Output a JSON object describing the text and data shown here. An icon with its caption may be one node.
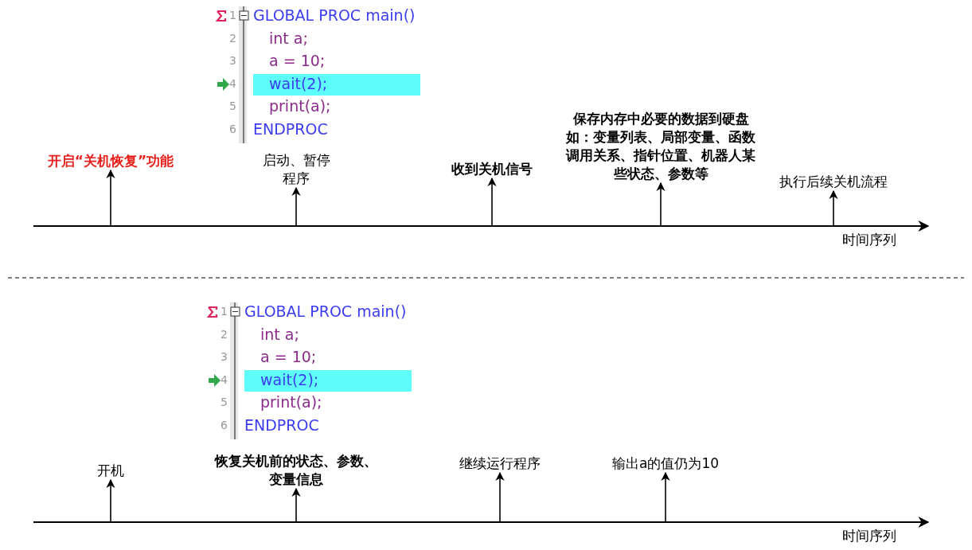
{
  "diagram": {
    "nodes": [
      {
        "text": [
          "开启“关机恢复”功能"
        ]
      },
      {
        "text": [
          "启动、暂停程序"
        ]
      },
      {
        "text": [
          "收到关机信号"
        ]
      },
      {
        "text": [
          "保存内存中必要的数据到硬盘",
          "如：变量列表、局部变量、函数调用关系、指针位置、机器人某些状态、参数等"
        ]
      },
      {
        "text": [
          "执行后续关机流程"
        ]
      },
      {
        "text": [
          "开机"
        ]
      },
      {
        "text": [
          "恢复关机前的状态、参数、变量信息"
        ]
      },
      {
        "text": [
          "继续运行程序"
        ]
      },
      {
        "text": [
          "输出a的值仍为10"
        ]
      }
    ],
    "edges": [
      {
        "from": null,
        "to": 0,
        "arrow": "to"
      },
      {
        "from": null,
        "to": 1,
        "arrow": "to"
      },
      {
        "from": null,
        "to": 2,
        "arrow": "to"
      },
      {
        "from": null,
        "to": 3,
        "arrow": "to"
      },
      {
        "from": null,
        "to": 4,
        "arrow": "to"
      },
      {
        "from": null,
        "to": 5,
        "arrow": "to"
      },
      {
        "from": null,
        "to": 6,
        "arrow": "to"
      },
      {
        "from": null,
        "to": 7,
        "arrow": "to"
      },
      {
        "from": null,
        "to": 8,
        "arrow": "to"
      }
    ],
    "labels": [
      "1",
      "GLOBAL PROC main()",
      "2",
      "int a;",
      "3",
      "a = 10;",
      "4",
      "wait(2);",
      "5",
      "print(a);",
      "6",
      "ENDPROC",
      "时间序列",
      "1",
      "GLOBAL PROC main()",
      "2",
      "int a;",
      "3",
      "a = 10;",
      "4",
      "wait(2);",
      "5",
      "print(a);",
      "6",
      "ENDPROC",
      "时间序列"
    ]
  }
}
